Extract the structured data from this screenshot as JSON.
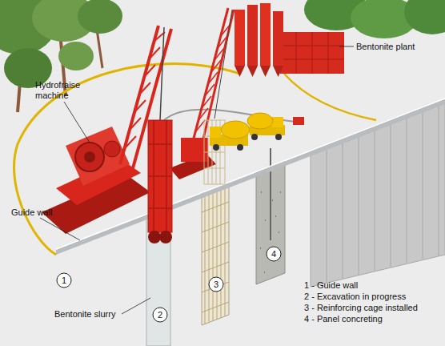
{
  "diagram": {
    "labels": [
      "Hydrofraise machine",
      "Bentonite plant",
      "Guide wall",
      "Bentonite slurry",
      "1",
      "2",
      "3",
      "4",
      "1 - Guide wall",
      "2 - Excavation in progress",
      "3 - Reinforcing cage installed",
      "4 - Panel concreting"
    ]
  }
}
